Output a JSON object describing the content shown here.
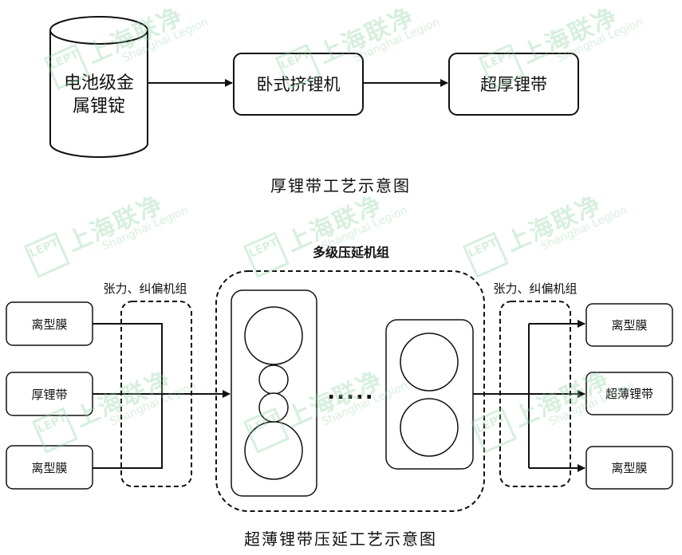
{
  "top_diagram": {
    "ingot_line1": "电池级金",
    "ingot_line2": "属锂锭",
    "extruder": "卧式挤锂机",
    "thick_strip": "超厚锂带",
    "caption": "厚锂带工艺示意图"
  },
  "bottom_diagram": {
    "mill_group_title": "多级压延机组",
    "tension_left": "张力、纠偏机组",
    "tension_right": "张力、纠偏机组",
    "input_top": "离型膜",
    "input_mid": "厚锂带",
    "input_bottom": "离型膜",
    "output_top": "离型膜",
    "output_mid": "超薄锂带",
    "output_bottom": "离型膜",
    "ellipsis": ".....",
    "caption": "超薄锂带压延工艺示意图"
  },
  "watermark": {
    "cn": "上海联净",
    "en": "Shanghai Legion",
    "logo": "LEPT"
  },
  "colors": {
    "stroke": "#111111",
    "watermark": "#8fd3a3"
  }
}
